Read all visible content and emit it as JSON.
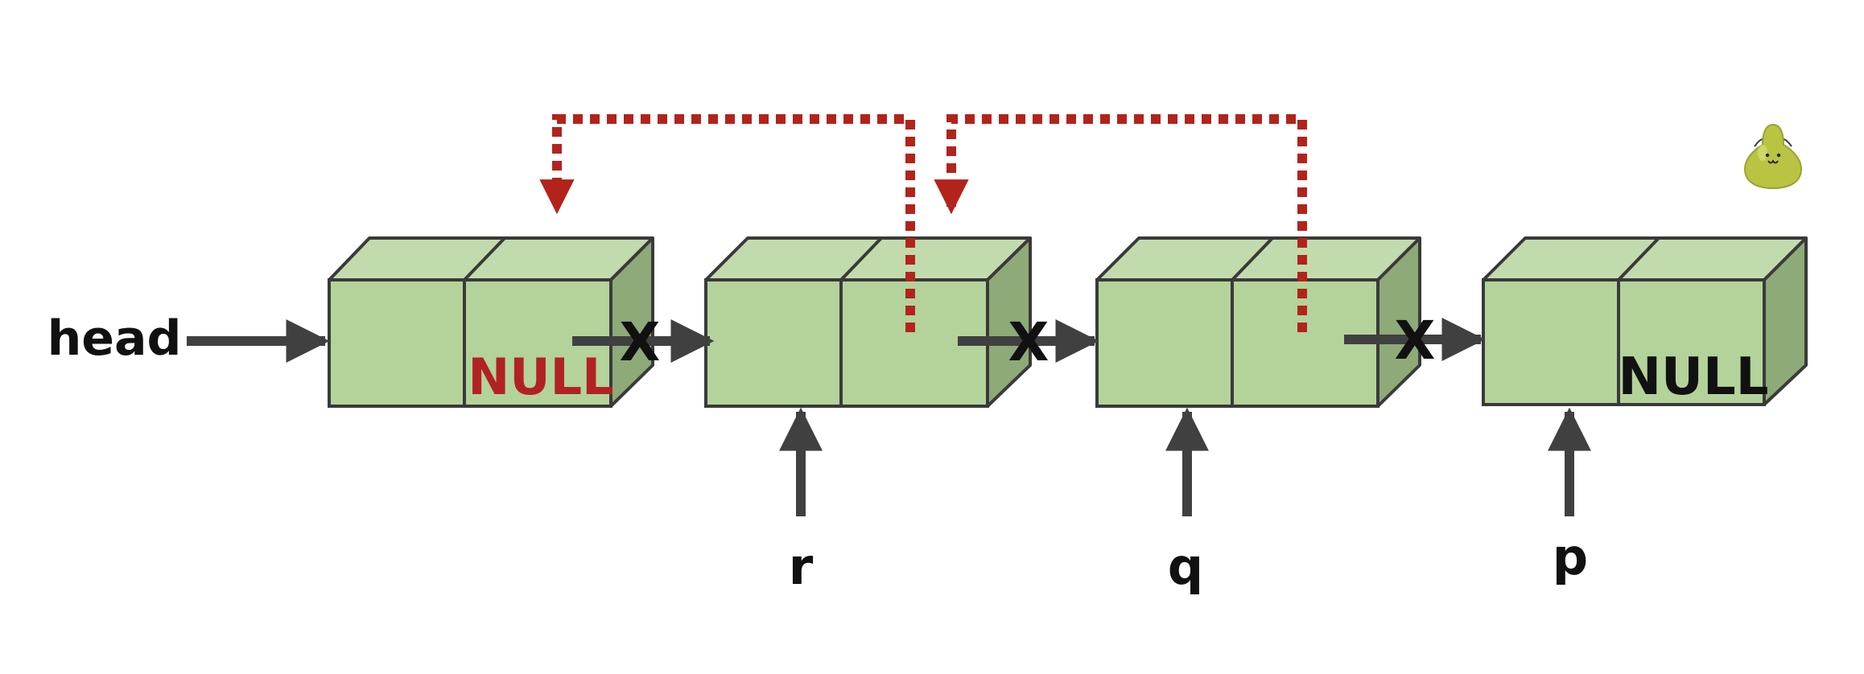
{
  "labels": {
    "head": "head",
    "r": "r",
    "q": "q",
    "p": "p"
  },
  "nodes": [
    {
      "name": "node-1",
      "next_text": "NULL",
      "next_text_color": "#b22222"
    },
    {
      "name": "node-2",
      "next_text": ""
    },
    {
      "name": "node-3",
      "next_text": ""
    },
    {
      "name": "node-4",
      "next_text": "NULL",
      "next_text_color": "#111111"
    }
  ],
  "cut_mark": "X",
  "colors": {
    "box_front": "#b3d39b",
    "box_top": "#c1dbad",
    "box_side": "#8daa78",
    "box_stroke": "#3a3a3a",
    "arrow": "#404040",
    "reverse_link": "#b3231c",
    "text": "#111111"
  },
  "mascot_icon": "pear-icon"
}
